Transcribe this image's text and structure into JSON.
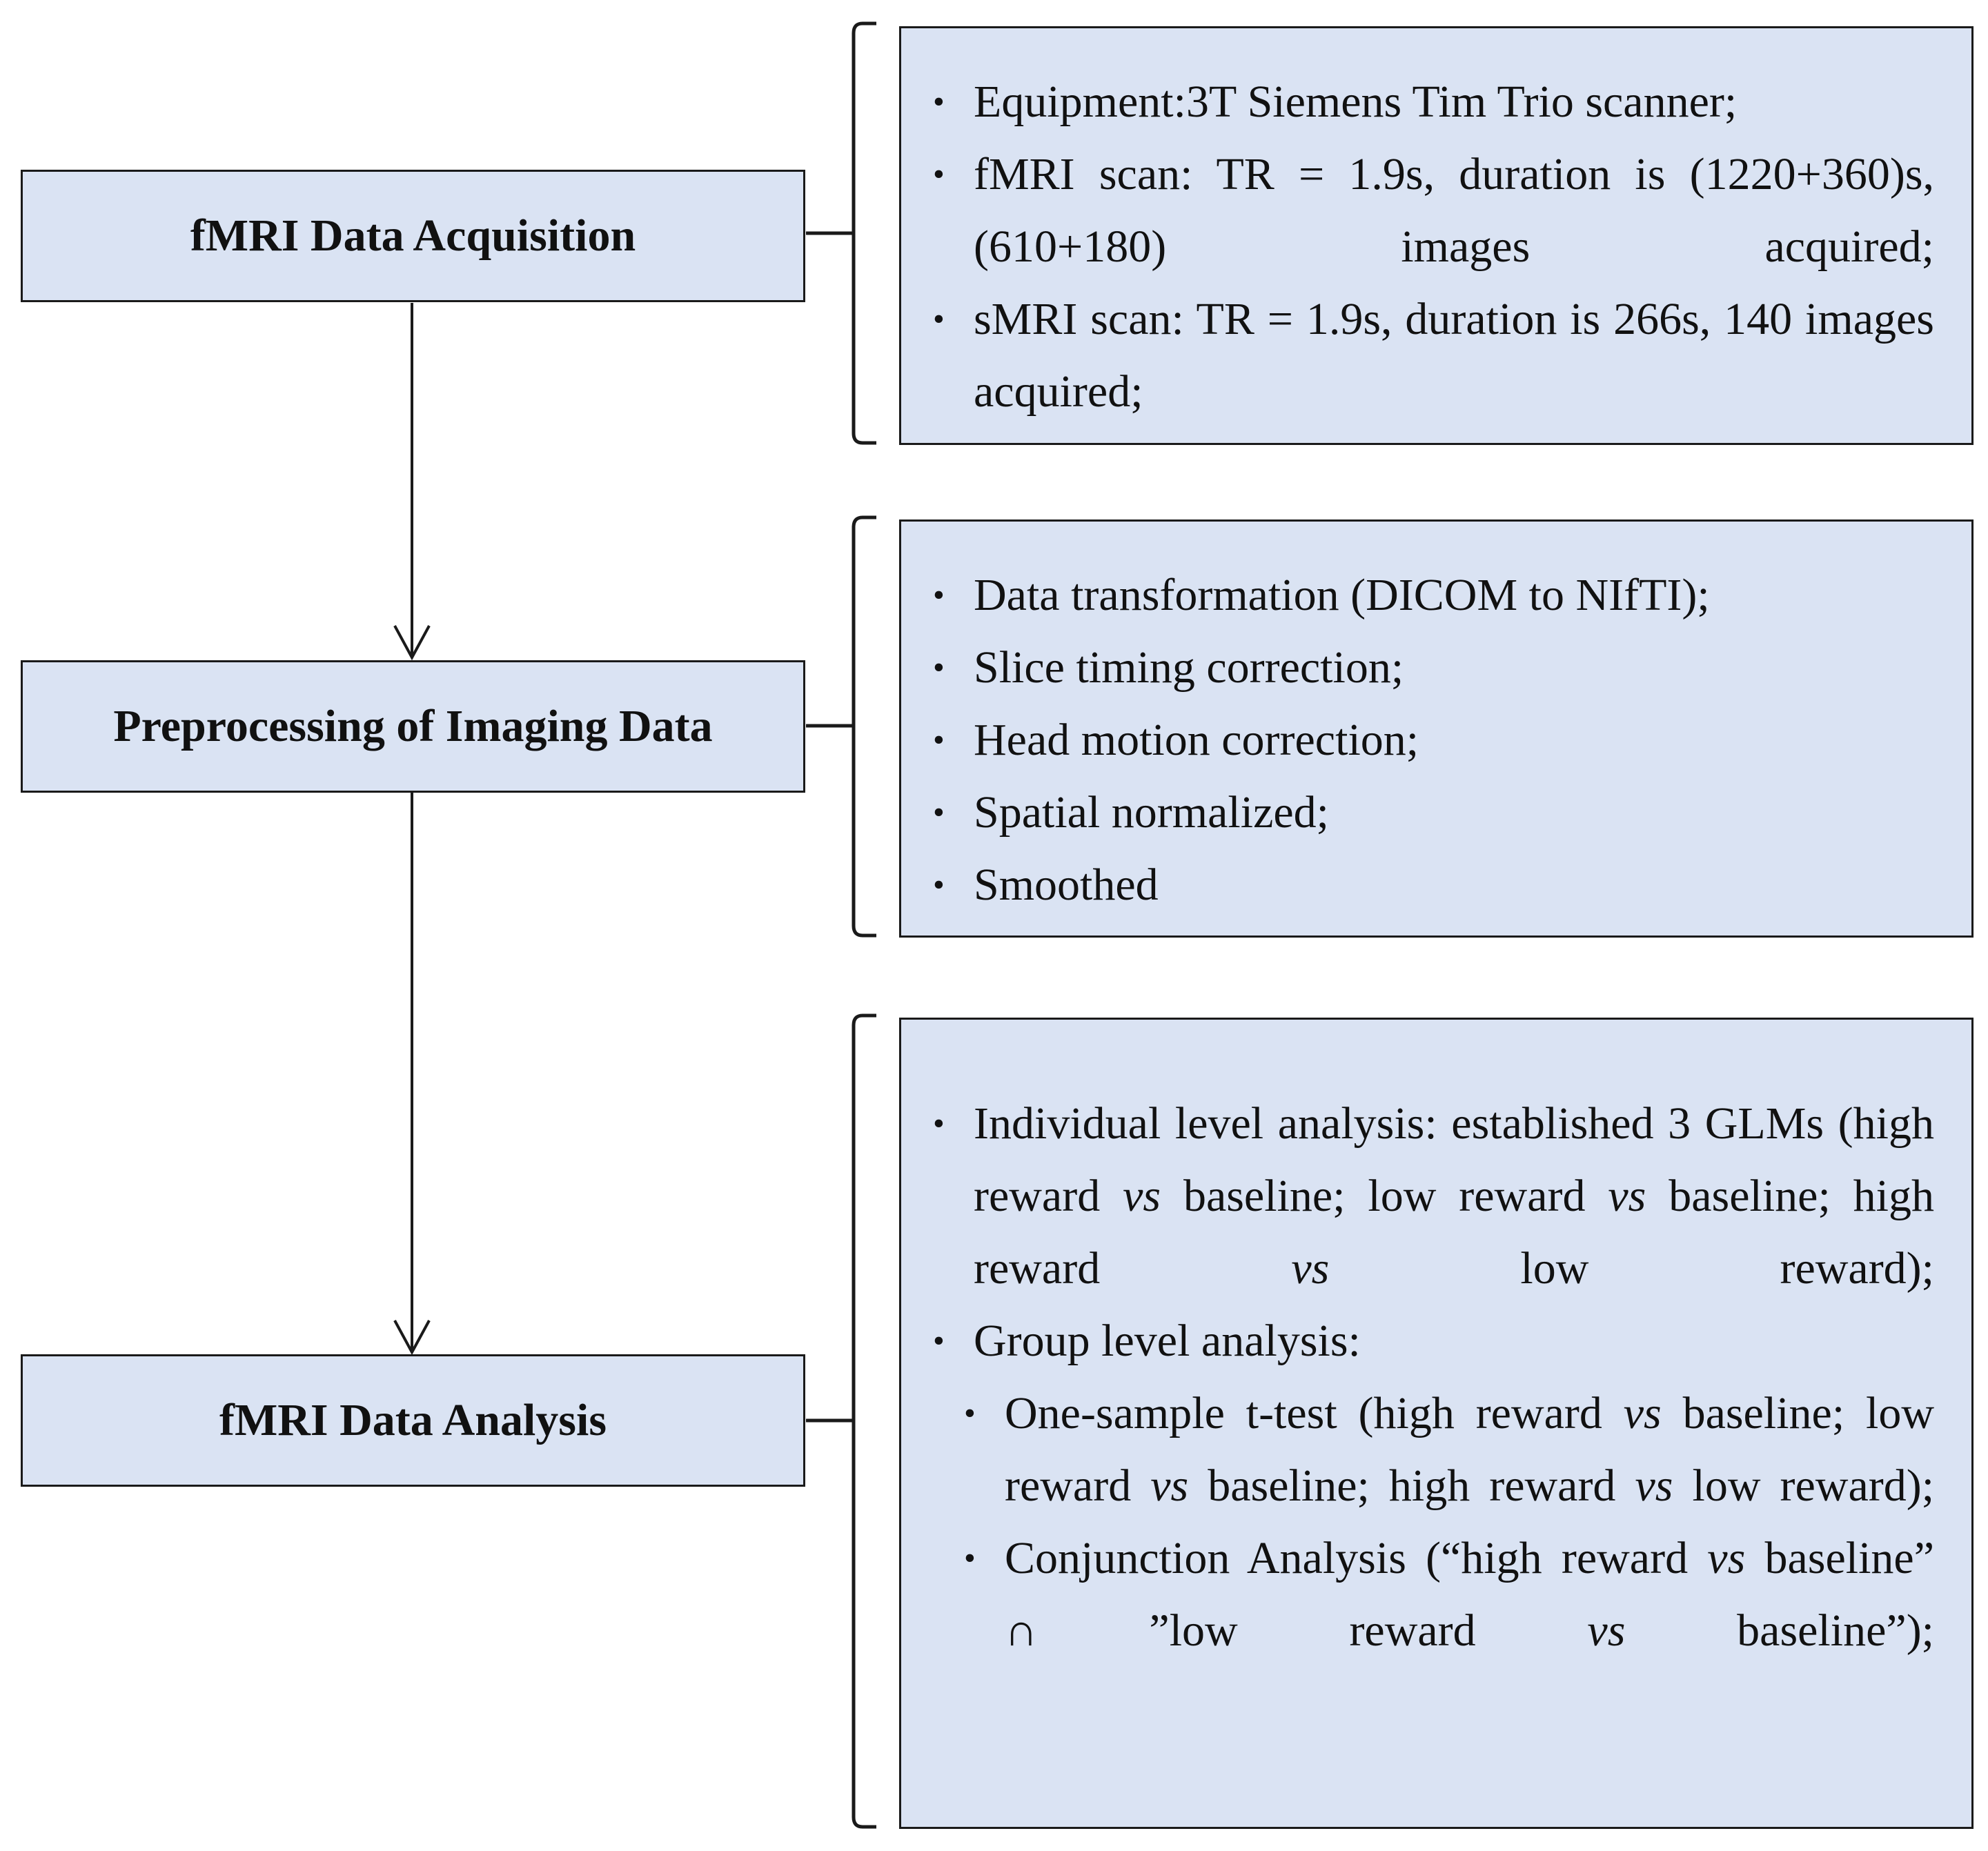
{
  "stages": [
    {
      "label": "fMRI Data Acquisition"
    },
    {
      "label": "Preprocessing of Imaging Data"
    },
    {
      "label": "fMRI Data Analysis"
    }
  ],
  "acquisition": {
    "items": [
      "Equipment:3T Siemens Tim Trio scanner;",
      "fMRI scan: TR = 1.9s, duration is (1220+360)s, (610+180) images acquired;",
      "sMRI scan: TR = 1.9s, duration is 266s, 140 images acquired;"
    ]
  },
  "preprocessing": {
    "items": [
      "Data transformation (DICOM to NIfTI);",
      "Slice timing correction;",
      "Head motion correction;",
      "Spatial normalized;",
      "Smoothed"
    ]
  },
  "analysis": {
    "individual": {
      "lead": "Individual level analysis: established 3 GLMs (high reward",
      "p1": "baseline; low reward",
      "p2": "baseline; high reward",
      "p3": "low reward);"
    },
    "group": "Group level analysis:",
    "ttest": {
      "lead": "One-sample t-test (high reward",
      "p1": "baseline; low reward",
      "p2": "baseline; high reward",
      "p3": "low reward);"
    },
    "conjunction": {
      "lead": "Conjunction Analysis (“high reward",
      "p1": "baseline” ∩ ”low reward",
      "p2": "baseline”);"
    },
    "vs": "vs"
  },
  "colors": {
    "box_fill": "#dae3f3",
    "line": "#1a1a1a"
  }
}
